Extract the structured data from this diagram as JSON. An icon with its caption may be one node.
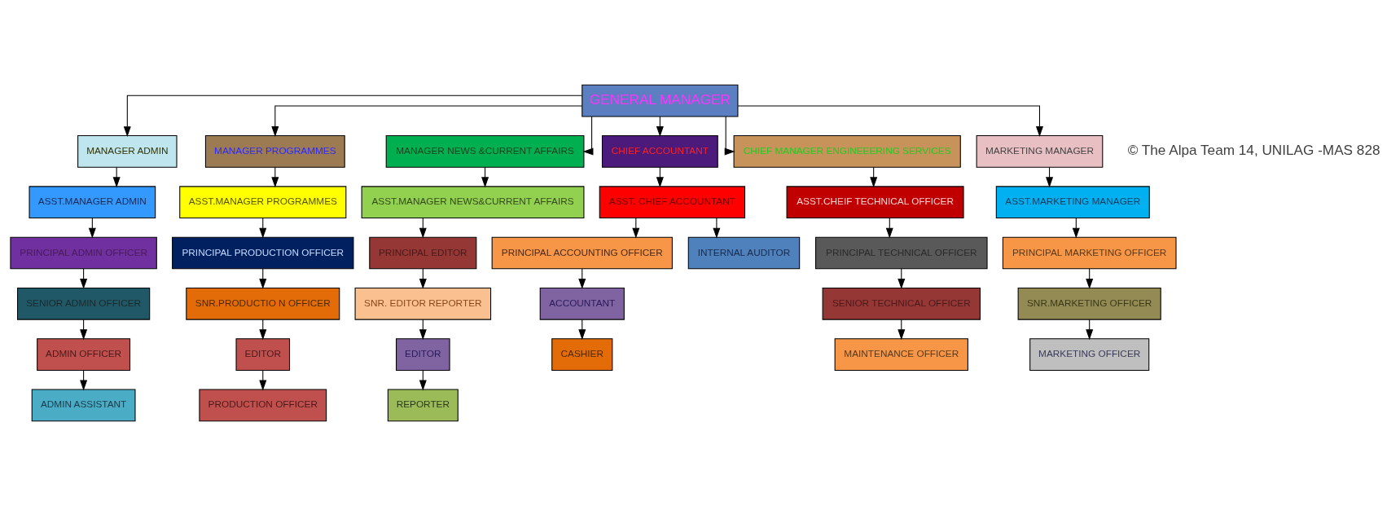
{
  "diagram": {
    "nodes": [
      {
        "text": [
          "GENERAL MANAGER"
        ]
      },
      {
        "text": [
          "MANAGER ADMIN"
        ]
      },
      {
        "text": [
          "MANAGER PROGRAMMES"
        ]
      },
      {
        "text": [
          "MANAGER NEWS &CURRENT AFFAIRS"
        ]
      },
      {
        "text": [
          "CHIEF ACCOUNTANT"
        ]
      },
      {
        "text": [
          "CHIEF MANAGER ENGINEEERING SERVICES"
        ]
      },
      {
        "text": [
          "MARKETING MANAGER"
        ]
      },
      {
        "text": [
          "ASST.MANAGER ADMIN"
        ]
      },
      {
        "text": [
          "PRINCIPAL ADMIN OFFICER"
        ]
      },
      {
        "text": [
          "SENIOR ADMIN OFFICER"
        ]
      },
      {
        "text": [
          "ADMIN OFFICER"
        ]
      },
      {
        "text": [
          "ADMIN ASSISTANT"
        ]
      },
      {
        "text": [
          "ASST.MANAGER PROGRAMMES"
        ]
      },
      {
        "text": [
          "PRINCIPAL PRODUCTION OFFICER"
        ]
      },
      {
        "text": [
          "SNR.PRODUCTIO N OFFICER"
        ]
      },
      {
        "text": [
          "EDITOR"
        ]
      },
      {
        "text": [
          "PRODUCTION OFFICER"
        ]
      },
      {
        "text": [
          "ASST.MANAGER NEWS&CURRENT AFFAIRS"
        ]
      },
      {
        "text": [
          "PRINCIPAL EDITOR"
        ]
      },
      {
        "text": [
          "SNR. EDITOR REPORTER"
        ]
      },
      {
        "text": [
          "EDITOR"
        ]
      },
      {
        "text": [
          "REPORTER"
        ]
      },
      {
        "text": [
          "ASST. CHIEF ACCOUNTANT"
        ]
      },
      {
        "text": [
          "ASST.CHEIF TECHNICAL OFFICER"
        ]
      },
      {
        "text": [
          "PRINCIPAL TECHNICAL OFFICER"
        ]
      },
      {
        "text": [
          "SENIOR TECHNICAL OFFICER"
        ]
      },
      {
        "text": [
          "MAINTENANCE OFFICER"
        ]
      },
      {
        "text": [
          "ASST.MARKETING MANAGER"
        ]
      },
      {
        "text": [
          "PRINCIPAL MARKETING OFFICER"
        ]
      },
      {
        "text": [
          "SNR.MARKETING OFFICER"
        ]
      },
      {
        "text": [
          "MARKETING OFFICER"
        ]
      },
      {
        "text": [
          "PRINCIPAL ACCOUNTING OFFICER"
        ]
      },
      {
        "text": [
          "INTERNAL AUDITOR"
        ]
      },
      {
        "text": [
          "ACCOUNTANT"
        ]
      },
      {
        "text": [
          "CASHIER"
        ]
      }
    ],
    "edges": [
      {
        "from": 0,
        "to": 1,
        "arrow": "to"
      },
      {
        "from": 0,
        "to": 2,
        "arrow": "to"
      },
      {
        "from": 0,
        "to": 3,
        "arrow": "to"
      },
      {
        "from": 0,
        "to": 4,
        "arrow": "to"
      },
      {
        "from": 0,
        "to": 5,
        "arrow": "to"
      },
      {
        "from": 0,
        "to": 6,
        "arrow": "to"
      },
      {
        "from": 1,
        "to": 7,
        "arrow": "to"
      },
      {
        "from": 7,
        "to": 8,
        "arrow": "to"
      },
      {
        "from": 8,
        "to": 9,
        "arrow": "to"
      },
      {
        "from": 9,
        "to": 10,
        "arrow": "to"
      },
      {
        "from": 10,
        "to": 11,
        "arrow": "to"
      },
      {
        "from": 2,
        "to": 12,
        "arrow": "to"
      },
      {
        "from": 12,
        "to": 13,
        "arrow": "to"
      },
      {
        "from": 13,
        "to": 14,
        "arrow": "to"
      },
      {
        "from": 14,
        "to": 15,
        "arrow": "to"
      },
      {
        "from": 15,
        "to": 16,
        "arrow": "to"
      },
      {
        "from": 3,
        "to": 17,
        "arrow": "to"
      },
      {
        "from": 17,
        "to": 18,
        "arrow": "to"
      },
      {
        "from": 18,
        "to": 19,
        "arrow": "to"
      },
      {
        "from": 19,
        "to": 20,
        "arrow": "to"
      },
      {
        "from": 20,
        "to": 21,
        "arrow": "to"
      },
      {
        "from": 4,
        "to": 22,
        "arrow": "to"
      },
      {
        "from": 5,
        "to": 23,
        "arrow": "to"
      },
      {
        "from": 23,
        "to": 24,
        "arrow": "to"
      },
      {
        "from": 24,
        "to": 25,
        "arrow": "to"
      },
      {
        "from": 25,
        "to": 26,
        "arrow": "to"
      },
      {
        "from": 6,
        "to": 27,
        "arrow": "to"
      },
      {
        "from": 27,
        "to": 28,
        "arrow": "to"
      },
      {
        "from": 28,
        "to": 29,
        "arrow": "to"
      },
      {
        "from": 29,
        "to": 30,
        "arrow": "to"
      },
      {
        "from": 22,
        "to": 31,
        "arrow": "to"
      },
      {
        "from": 22,
        "to": 32,
        "arrow": "to"
      },
      {
        "from": 31,
        "to": 33,
        "arrow": "to"
      },
      {
        "from": 33,
        "to": 34,
        "arrow": "to"
      }
    ],
    "labels": [
      "© The Alpa Team 14, UNILAG -MAS 828"
    ]
  }
}
